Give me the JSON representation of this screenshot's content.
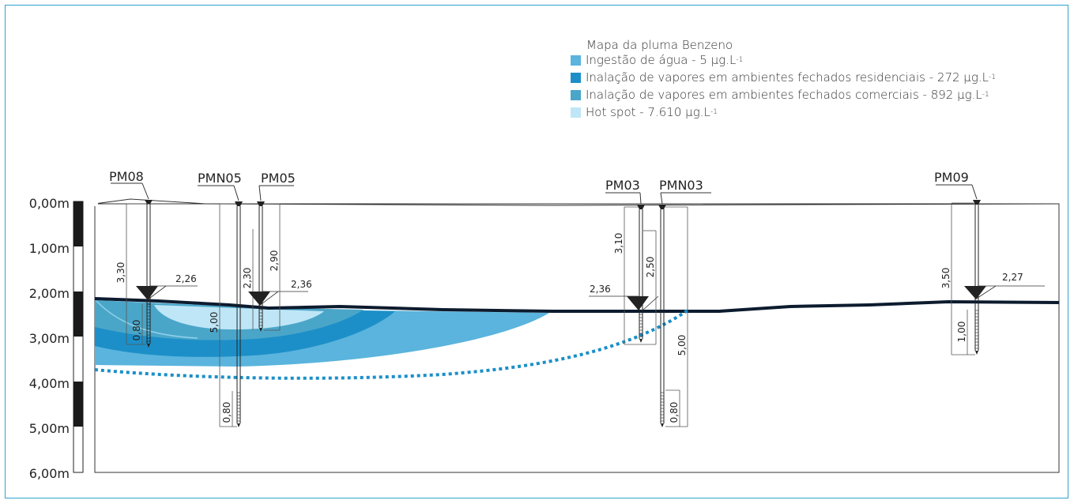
{
  "legend": {
    "title": "Mapa da pluma Benzeno",
    "items": [
      {
        "text": "Ingestão de água - 5 μg.L",
        "sup": "-1",
        "color": "#5ab4dd"
      },
      {
        "text": "Inalação de vapores em ambientes fechados residenciais - 272 μg.L",
        "sup": "-1",
        "color": "#1d8fc8"
      },
      {
        "text": "Inalação de vapores em ambientes fechados comerciais - 892 μg.L",
        "sup": "-1",
        "color": "#4aa6c9"
      },
      {
        "text": "Hot spot - 7.610 μg.L",
        "sup": "-1",
        "color": "#bfe6f6"
      }
    ]
  },
  "depth_scale": [
    "0,00m",
    "1,00m",
    "2,00m",
    "3,00m",
    "4,00m",
    "5,00m",
    "6,00m"
  ],
  "wells": {
    "pm08": {
      "name": "PM08",
      "total": "3,30",
      "screen": "0,80",
      "water": "2,26"
    },
    "pmn05": {
      "name": "PMN05",
      "total": "5,00",
      "screen": "0,80"
    },
    "pm05": {
      "name": "PM05",
      "total": "2,30",
      "total2": "2,90",
      "water": "2,36"
    },
    "pm03": {
      "name": "PM03",
      "total": "3,10",
      "water": "2,36"
    },
    "pmn03": {
      "name": "PMN03",
      "total": "2,50",
      "total2": "5,00",
      "screen": "0,80"
    },
    "pm09": {
      "name": "PM09",
      "total": "3,50",
      "screen": "1,00",
      "water": "2,27"
    }
  },
  "colors": {
    "frame": "#2fa3cf",
    "water_table": "#0d1b2e",
    "dotted_line": "#1a8fc8"
  }
}
